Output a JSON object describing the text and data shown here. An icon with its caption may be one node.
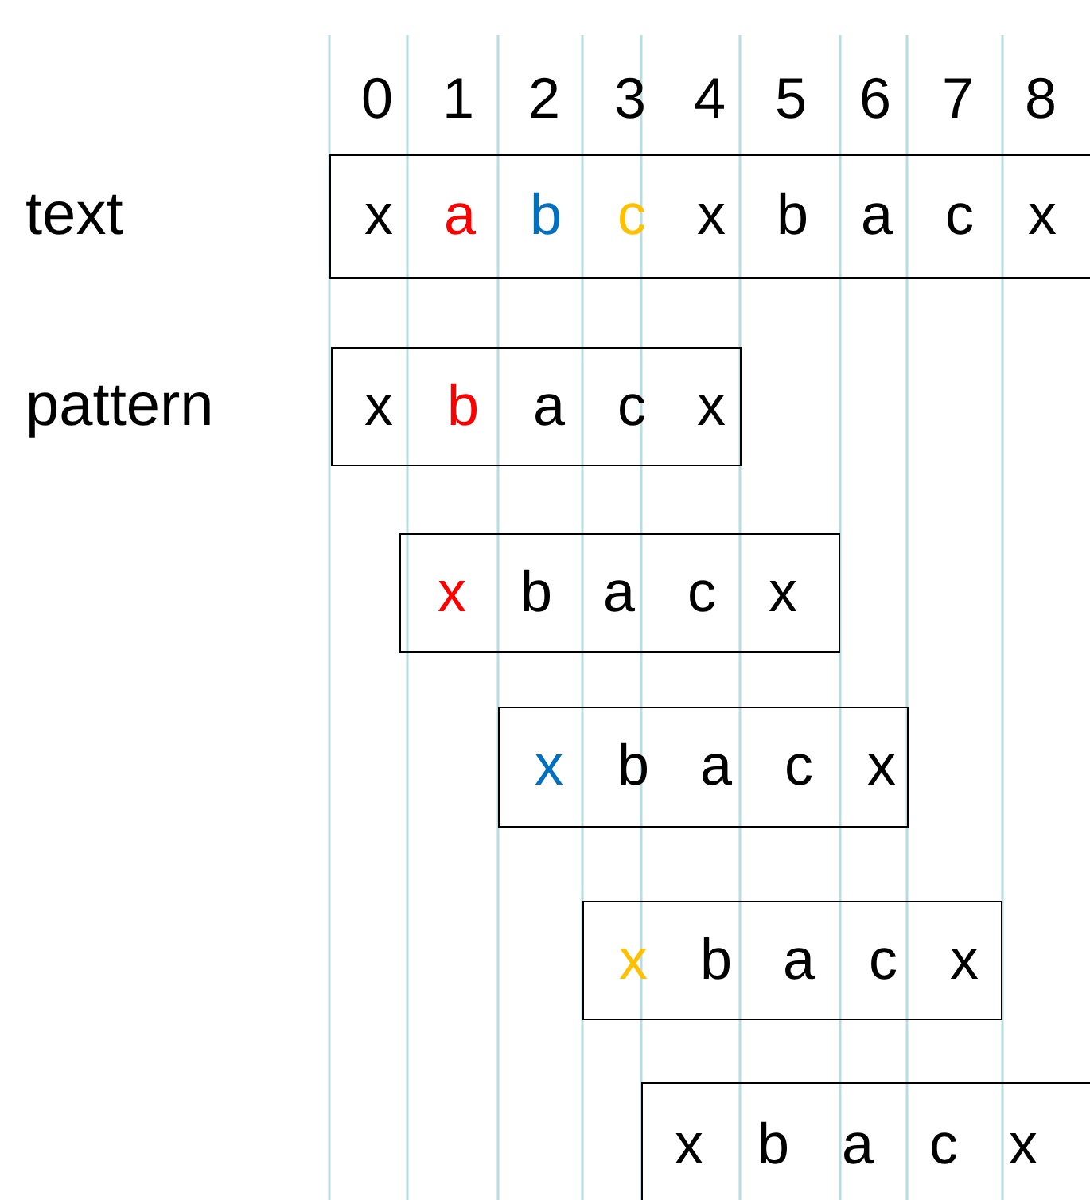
{
  "diagram": {
    "nodes": [
      {
        "text": [
          "x",
          "a",
          "b",
          "c",
          "x",
          "b",
          "a",
          "c",
          "x"
        ],
        "beside": [
          "text"
        ]
      },
      {
        "text": [
          "x",
          "b",
          "a",
          "c",
          "x"
        ],
        "beside": [
          "pattern"
        ]
      },
      {
        "text": [
          "x",
          "b",
          "a",
          "c",
          "x"
        ]
      },
      {
        "text": [
          "x",
          "b",
          "a",
          "c",
          "x"
        ]
      },
      {
        "text": [
          "x",
          "b",
          "a",
          "c",
          "x"
        ]
      },
      {
        "text": [
          "x",
          "b",
          "a",
          "c",
          "x"
        ]
      }
    ],
    "labels": [
      "0",
      "1",
      "2",
      "3",
      "4",
      "5",
      "6",
      "7",
      "8"
    ]
  }
}
